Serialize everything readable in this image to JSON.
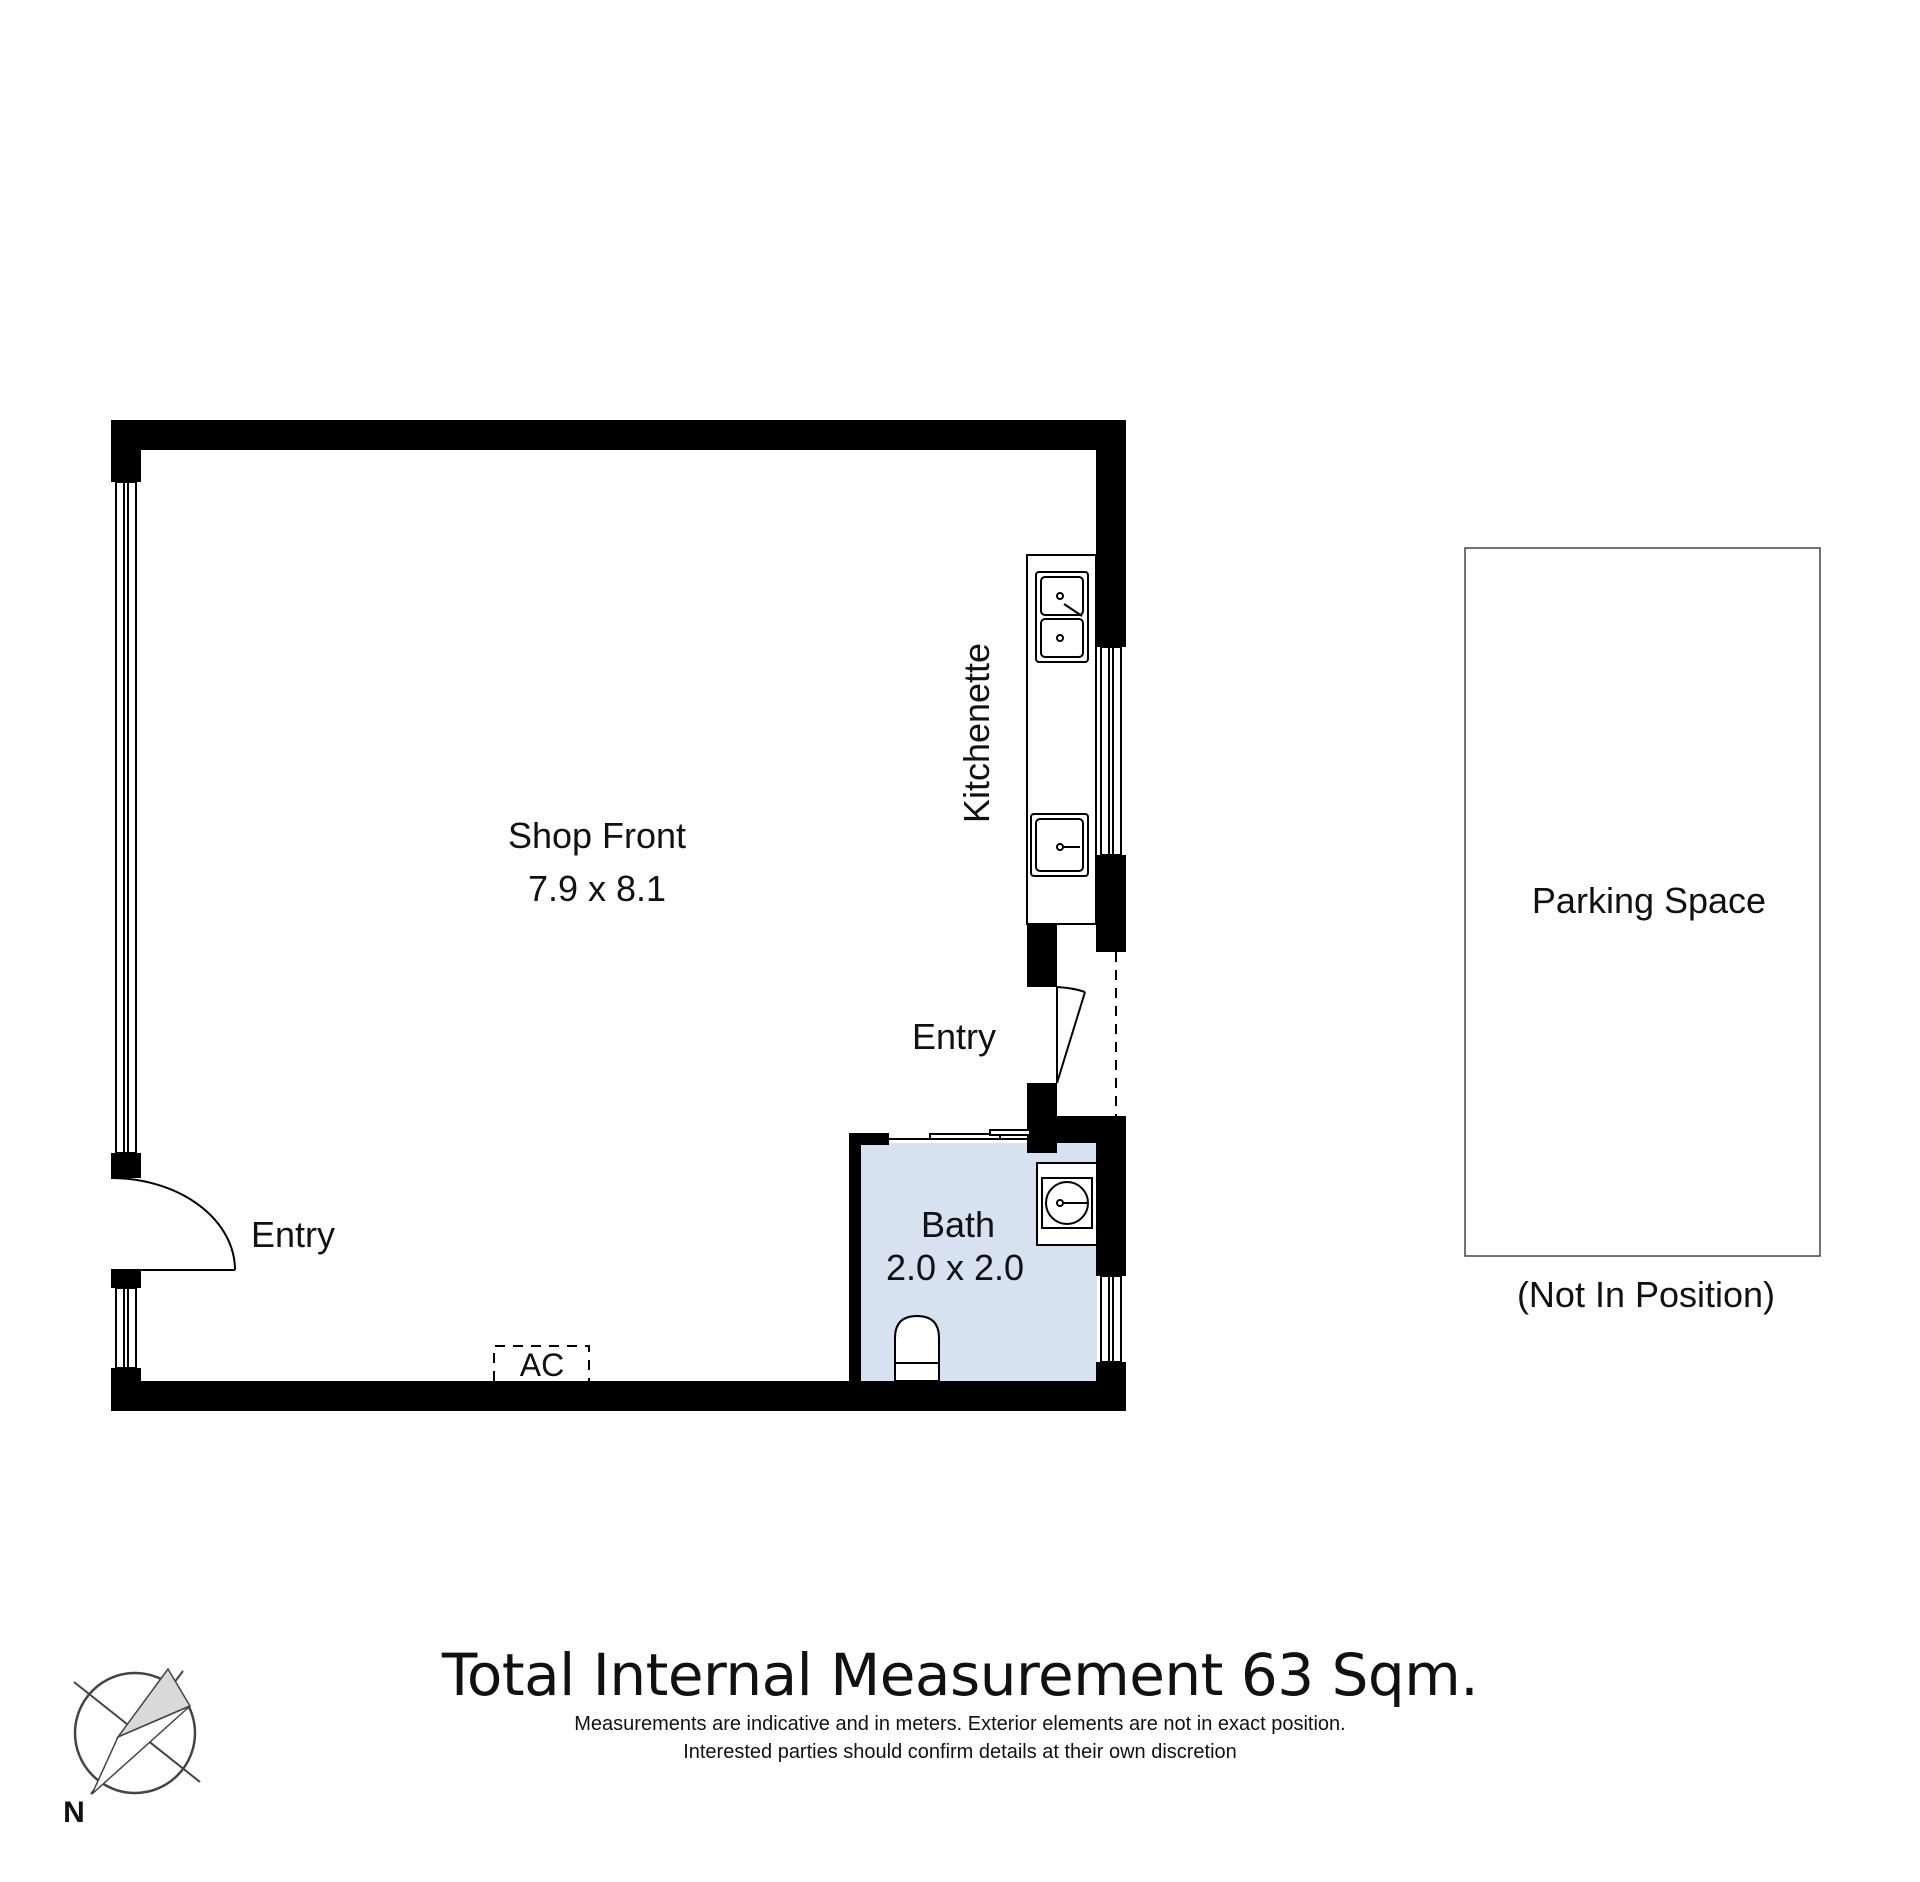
{
  "rooms": {
    "shop_front": {
      "name": "Shop Front",
      "size": "7.9 x 8.1"
    },
    "kitchenette": {
      "name": "Kitchenette"
    },
    "bath": {
      "name": "Bath",
      "size": "2.0 x 2.0"
    },
    "entry_left": {
      "name": "Entry"
    },
    "entry_right": {
      "name": "Entry"
    },
    "ac": {
      "name": "AC"
    }
  },
  "parking": {
    "name": "Parking Space",
    "note": "(Not In Position)"
  },
  "footer": {
    "total": "Total Internal Measurement 63 Sqm.",
    "note_line1": "Measurements are indicative and in meters. Exterior elements are not in exact position.",
    "note_line2": "Interested parties should confirm details at their own discretion"
  },
  "compass": {
    "label": "N"
  },
  "colors": {
    "wall": "#000000",
    "bath_fill": "#d6e2f0",
    "compass_light": "#d9d9d9"
  }
}
